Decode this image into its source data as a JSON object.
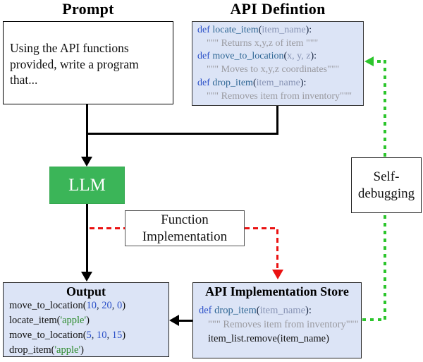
{
  "titles": {
    "prompt": "Prompt",
    "api_definition": "API Defintion"
  },
  "prompt_box": {
    "text": "Using the API functions\nprovided, write a program\nthat..."
  },
  "api_definition_box": {
    "lines": {
      "l1": {
        "kw": "def ",
        "fn": "locate_item",
        "o": "(",
        "arg": "item_name",
        "c": "):"
      },
      "l2": {
        "doc": "\"\"\" Returns x,y,z of item \"\"\""
      },
      "l3": {
        "kw": "def ",
        "fn": "move_to_location",
        "o": "(",
        "arg": "x, y, z",
        "c": "):"
      },
      "l4": {
        "doc": "\"\"\" Moves to x,y,z coordinates\"\"\""
      },
      "l5": {
        "kw": "def ",
        "fn": "drop_item",
        "o": "(",
        "arg": "item_name",
        "c": "):"
      },
      "l6": {
        "doc": "\"\"\" Removes item from inventory\"\"\""
      }
    }
  },
  "llm_box": {
    "label": "LLM"
  },
  "function_implementation_box": {
    "label": "Function\nImplementation"
  },
  "self_debugging_box": {
    "label": "Self-\ndebugging"
  },
  "output_box": {
    "title": "Output",
    "lines": {
      "l1": {
        "a": "move_to_location(",
        "n1": "10",
        "c1": ", ",
        "n2": "20",
        "c2": ", ",
        "n3": "0",
        "z": ")"
      },
      "l2": {
        "a": "locate_item(",
        "s": "'apple'",
        "z": ")"
      },
      "l3": {
        "a": "move_to_location(",
        "n1": "5",
        "c1": ", ",
        "n2": "10",
        "c2": ", ",
        "n3": "15",
        "z": ")"
      },
      "l4": {
        "a": "drop_item(",
        "s": "'apple'",
        "z": ")"
      }
    }
  },
  "api_store_box": {
    "title": "API Implementation Store",
    "lines": {
      "l1": {
        "kw": "def ",
        "fn": "drop_item",
        "o": "(",
        "arg": "item_name",
        "c": "):"
      },
      "l2": {
        "doc": "\"\"\" Removes item from inventory\"\"\""
      },
      "l3": {
        "plain": "item_list.remove(item_name)"
      }
    }
  },
  "colors": {
    "llm_green": "#3bb558",
    "code_box_fill": "#dce4f6",
    "red_arrow": "#ea1111",
    "green_arrow": "#2cc52c",
    "code_keyword": "#2b50c8",
    "code_function_name": "#2e6694",
    "code_parameter": "#8894b5",
    "code_docstring": "#9a9aa0",
    "code_number": "#2b50c8",
    "code_string": "#2e8b2e"
  }
}
